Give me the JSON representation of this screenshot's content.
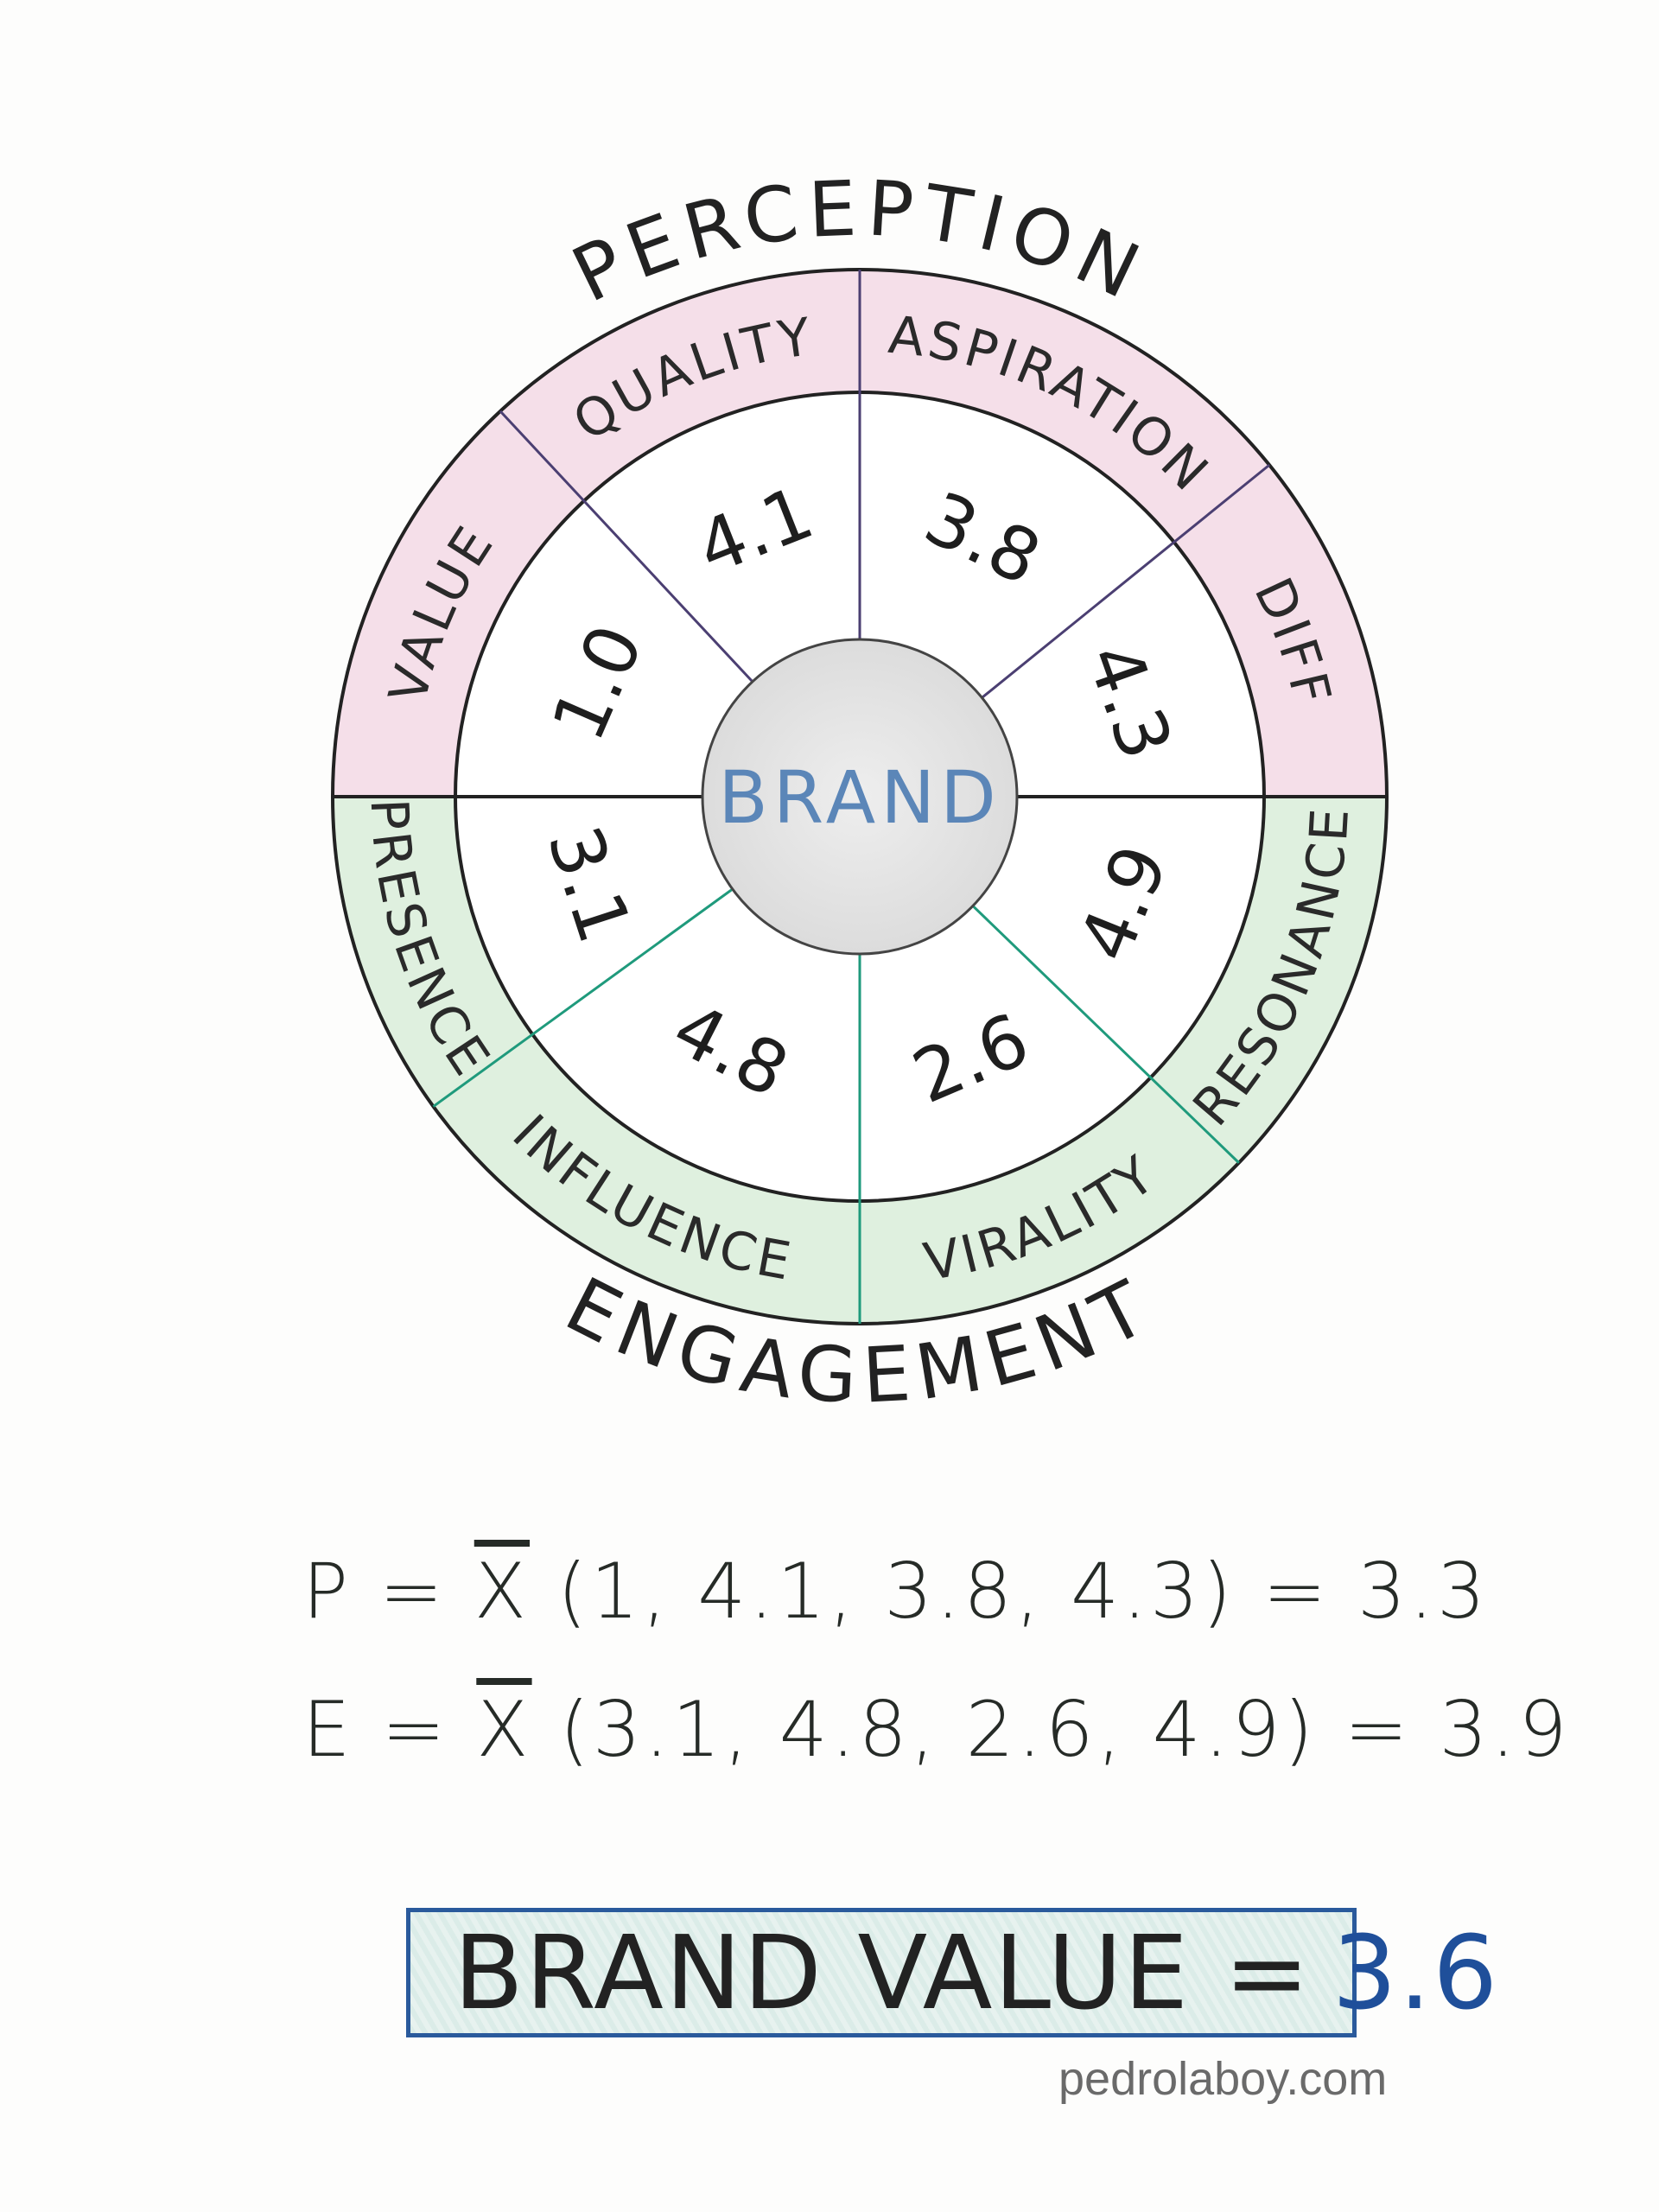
{
  "titles": {
    "top": "PERCEPTION",
    "bottom": "ENGAGEMENT"
  },
  "center_label": "BRAND",
  "segments": [
    {
      "group": "perception",
      "label": "VALUE",
      "score": "1.0"
    },
    {
      "group": "perception",
      "label": "QUALITY",
      "score": "4.1"
    },
    {
      "group": "perception",
      "label": "ASPIRATION",
      "score": "3.8"
    },
    {
      "group": "perception",
      "label": "DIFF",
      "score": "4.3"
    },
    {
      "group": "engagement",
      "label": "RESONANCE",
      "score": "4.9"
    },
    {
      "group": "engagement",
      "label": "VIRALITY",
      "score": "2.6"
    },
    {
      "group": "engagement",
      "label": "INFLUENCE",
      "score": "4.8"
    },
    {
      "group": "engagement",
      "label": "PRESENCE",
      "score": "3.1"
    }
  ],
  "colors": {
    "perception_fill": "#f5dfe9",
    "engagement_fill": "#dff0df",
    "perception_spoke": "#4b3f72",
    "engagement_spoke": "#1f9a7c",
    "center_fill": "#dcdcdc",
    "center_text": "#5b86b8",
    "accent_blue": "#1f4f9a"
  },
  "formulas": {
    "p": {
      "lhs": "P = ",
      "xbar": "X",
      "args": "(1, 4.1, 3.8, 4.3)",
      "rhs": " = 3.3"
    },
    "e": {
      "lhs": "E = ",
      "xbar": "X",
      "args": "(3.1, 4.8, 2.6, 4.9)",
      "rhs": " = 3.9"
    }
  },
  "result": {
    "label": "BRAND VALUE =",
    "value": "3.6"
  },
  "site": "pedrolaboy.com"
}
